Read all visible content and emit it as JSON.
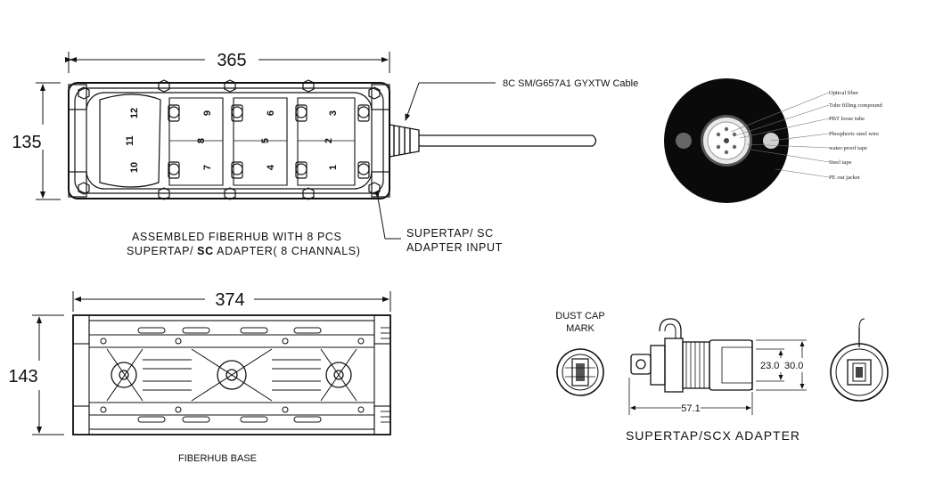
{
  "hub": {
    "width_dim": "365",
    "height_dim": "135",
    "cable_label": "8C SM/G657A1 GYXTW Cable",
    "title_line1": "ASSEMBLED  FIBERHUB  WITH 8 PCS",
    "title_line2_pre": "SUPERTAP/ ",
    "title_line2_bold": "SC",
    "title_line2_post": "  ADAPTER( 8 CHANNALS)",
    "input_line1": "SUPERTAP/ SC",
    "input_line2": "ADAPTER  INPUT",
    "port_numbers": [
      "12",
      "9",
      "6",
      "3",
      "11",
      "8",
      "5",
      "2",
      "10",
      "7",
      "4",
      "1"
    ]
  },
  "cable_section": {
    "labels": [
      "Optical fiber",
      "Tube filling compound",
      "PBT loose tube",
      "Phosphoric steel wire",
      "water-proof tape",
      "Steel tape",
      "PE out jacket"
    ]
  },
  "base": {
    "width_dim": "374",
    "height_dim": "143",
    "caption": "FIBERHUB  BASE"
  },
  "adapter": {
    "dust_cap_line1": "DUST CAP",
    "dust_cap_line2": "MARK",
    "dim_inner": "23.0",
    "dim_outer": "30.0",
    "dim_length": "57.1",
    "caption": "SUPERTAP/SCX ADAPTER"
  }
}
